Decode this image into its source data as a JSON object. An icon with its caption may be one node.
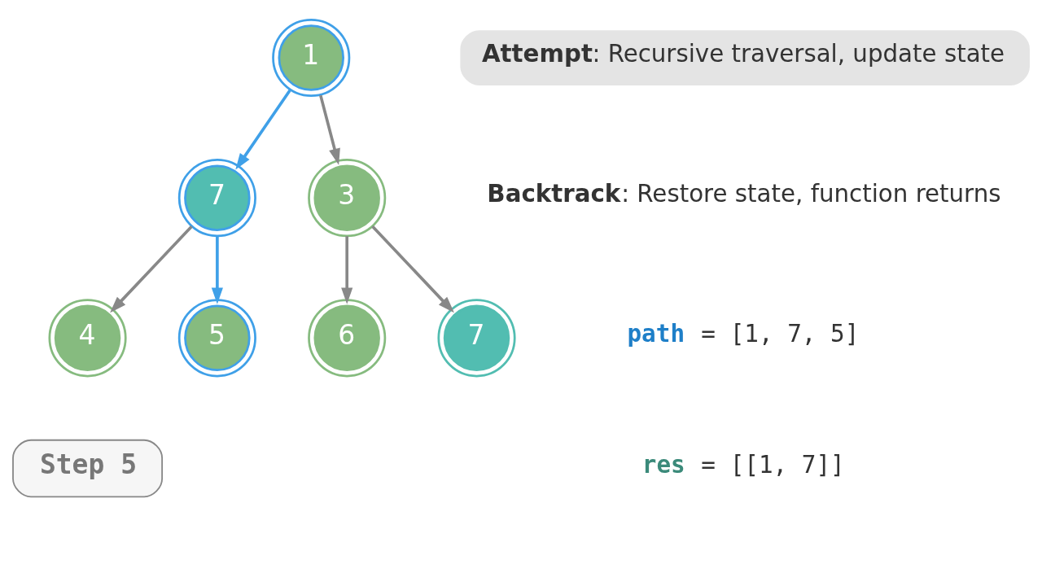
{
  "diagram": {
    "nodes": [
      {
        "text": [
          "1"
        ]
      },
      {
        "text": [
          "7"
        ]
      },
      {
        "text": [
          "3"
        ]
      },
      {
        "text": [
          "4"
        ]
      },
      {
        "text": [
          "5"
        ]
      },
      {
        "text": [
          "6"
        ]
      },
      {
        "text": [
          "7"
        ]
      },
      {
        "text": [
          "**Attempt**: Recursive traversal, update state"
        ]
      },
      {
        "text": [
          "Step 5"
        ]
      }
    ],
    "edges": [
      {
        "from": 0,
        "to": 1,
        "arrow": "to",
        "color": "#3fa0e8"
      },
      {
        "from": 0,
        "to": 2,
        "arrow": "to"
      },
      {
        "from": 1,
        "to": 3,
        "arrow": "to"
      },
      {
        "from": 1,
        "to": 4,
        "arrow": "to",
        "color": "#3fa0e8"
      },
      {
        "from": 2,
        "to": 5,
        "arrow": "to"
      },
      {
        "from": 2,
        "to": 6,
        "arrow": "to"
      }
    ],
    "labels": [
      "**Backtrack**: Restore state, function returns",
      "**path** = [1, 7, 5]",
      "**res** = [[1, 7]]"
    ]
  }
}
